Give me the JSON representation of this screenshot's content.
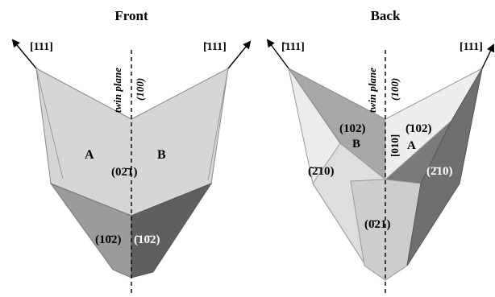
{
  "panels": {
    "front": {
      "title": "Front",
      "dir_left": "[111]",
      "dir_right": "[̄111]",
      "twin_plane": "twin plane",
      "plane_index": "(100)",
      "region_a": "A",
      "region_b": "B",
      "face_center": "(02̄1)",
      "face_lower_left": "(10̄2)",
      "face_lower_right": "(̄10̄2)"
    },
    "back": {
      "title": "Back",
      "dir_left": "[̄111]",
      "dir_right": "[111]",
      "twin_plane": "twin plane",
      "plane_index": "(100)",
      "axis_label": "[010]",
      "region_a": "A",
      "region_b": "B",
      "face_102": "(102)",
      "face_m102": "(̄102)",
      "face_m2m10": "(̄2̄10)",
      "face_2m10": "(2̄10)",
      "face_0m21": "(0̄21)"
    }
  },
  "colors": {
    "front_upper": "#d6d6d6",
    "front_lower_left": "#9b9b9b",
    "front_lower_right": "#5f5f5f",
    "back_top": "#a8a8a8",
    "back_side_light": "#ececec",
    "back_side_dark": "#7a7a7a",
    "back_bottom": "#cdcdcd"
  }
}
